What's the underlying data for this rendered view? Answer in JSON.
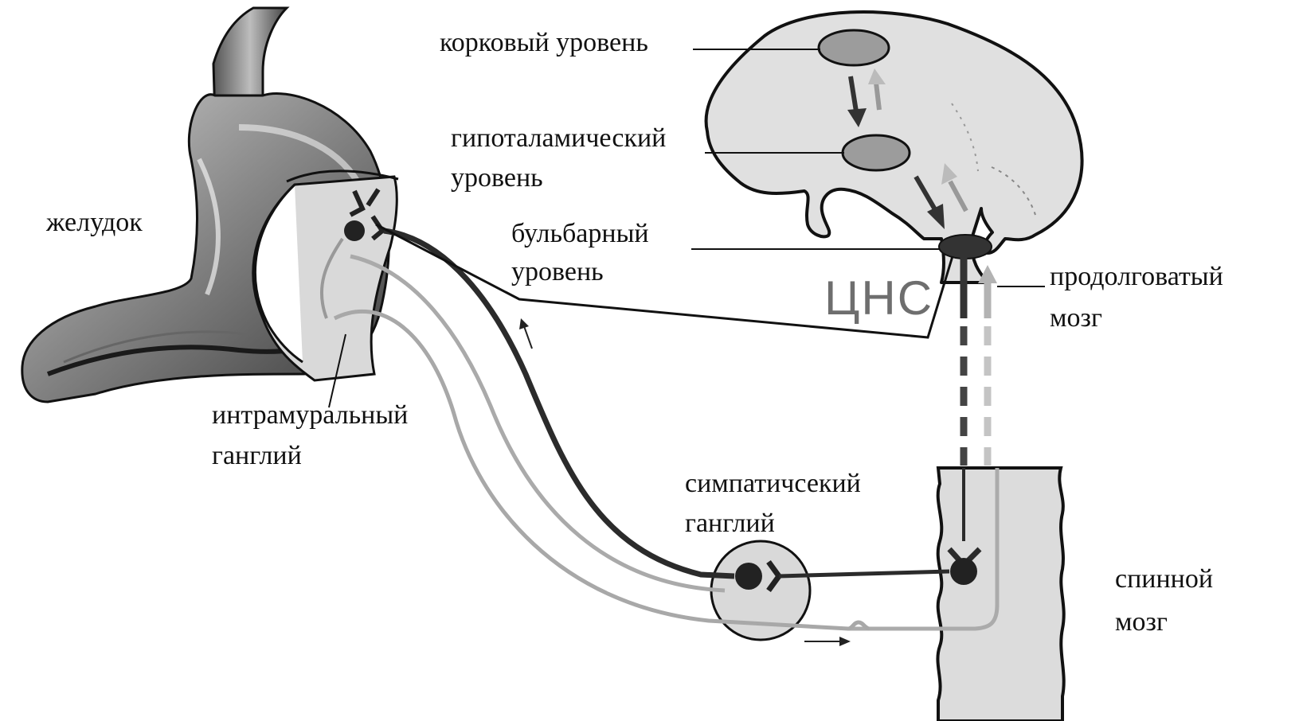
{
  "labels": {
    "stomach": "желудок",
    "cortical": "корковый уровень",
    "hypothalamic_1": "гипоталамический",
    "hypothalamic_2": "уровень",
    "bulbar_1": "бульбарный",
    "bulbar_2": "уровень",
    "cns": "ЦНС",
    "medulla_1": "продолговатый",
    "medulla_2": "мозг",
    "intramural_1": "интрамуральный",
    "intramural_2": "ганглий",
    "sympathetic_1": "симпатичсекий",
    "sympathetic_2": "ганглий",
    "spinal_1": "спинной",
    "spinal_2": "мозг"
  },
  "colors": {
    "ink": "#111111",
    "dark_fiber": "#2b2b2b",
    "light_fiber": "#a8a8a8",
    "tissue": "#dcdcdc",
    "nucleus": "#9a9a9a",
    "cns_text": "#6e6e6e"
  }
}
